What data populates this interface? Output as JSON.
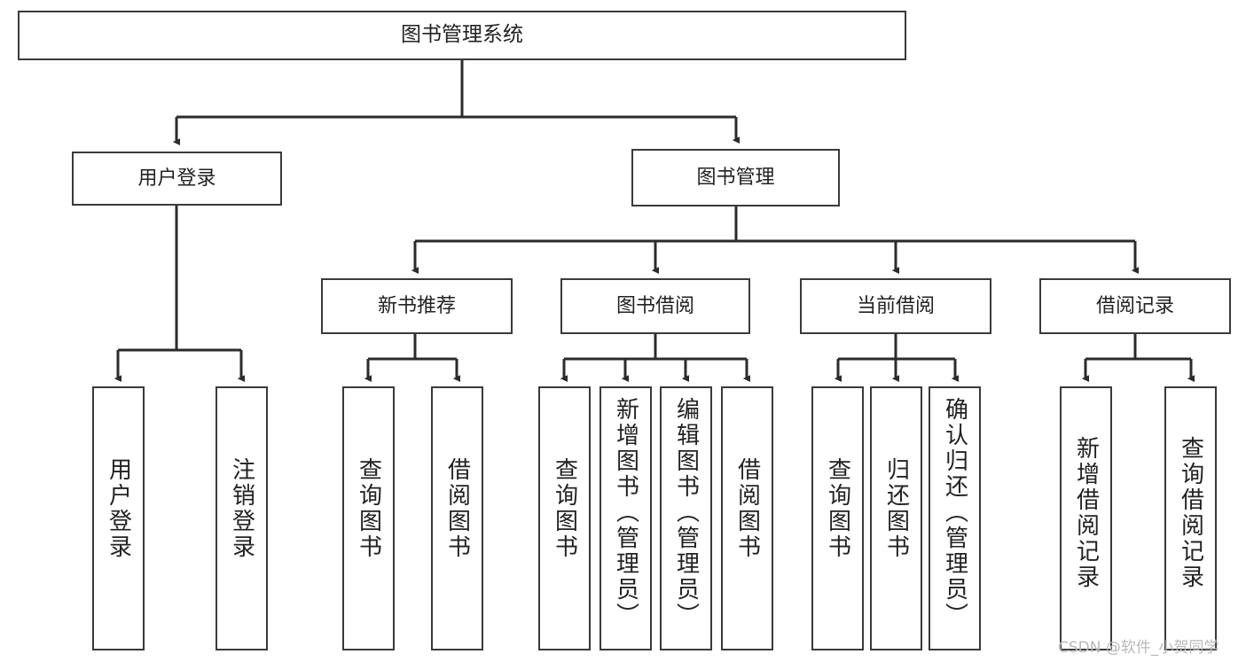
{
  "diagram": {
    "title": "图书管理系统",
    "type": "tree-hierarchy",
    "colors": {
      "box_border": "#3a3a3a",
      "box_fill": "#ffffff",
      "connector": "#2b2b2b",
      "text": "#222222",
      "watermark": "#b9b9b9",
      "background": "#ffffff"
    },
    "watermark": "CSDN @软件_小贺同学",
    "root": {
      "label": "图书管理系统"
    },
    "level1": [
      {
        "label": "用户登录"
      },
      {
        "label": "图书管理"
      }
    ],
    "level2": [
      {
        "label": "新书推荐"
      },
      {
        "label": "图书借阅"
      },
      {
        "label": "当前借阅"
      },
      {
        "label": "借阅记录"
      }
    ],
    "leaves": {
      "user_login": [
        {
          "label": "用户登录"
        },
        {
          "label": "注销登录"
        }
      ],
      "new_book_recommend": [
        {
          "label": "查询图书"
        },
        {
          "label": "借阅图书"
        }
      ],
      "book_borrow": [
        {
          "label": "查询图书"
        },
        {
          "label": "新增图书（管理员）"
        },
        {
          "label": "编辑图书（管理员）"
        },
        {
          "label": "借阅图书"
        }
      ],
      "current_borrow": [
        {
          "label": "查询图书"
        },
        {
          "label": "归还图书"
        },
        {
          "label": "确认归还（管理员）"
        }
      ],
      "borrow_record": [
        {
          "label": "新增借阅记录"
        },
        {
          "label": "查询借阅记录"
        }
      ]
    }
  }
}
